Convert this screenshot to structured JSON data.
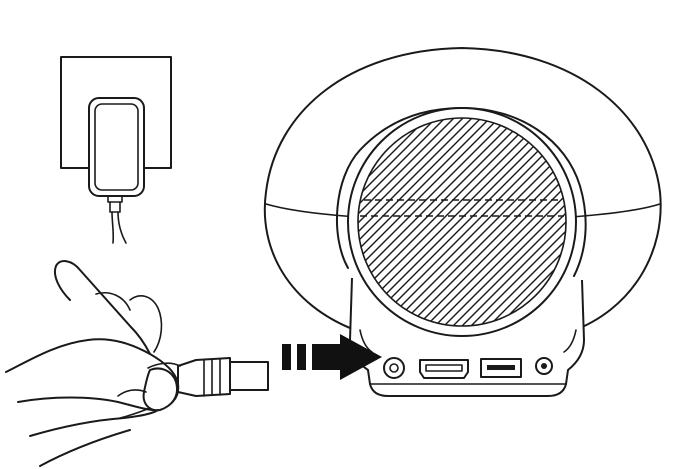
{
  "figure": {
    "description_visible_text": "",
    "colors": {
      "line": "#1a1a1a",
      "background": "#ffffff",
      "arrow": "#111111"
    },
    "parts": {
      "wall_socket": "wall-outlet",
      "adapter": "power-adapter",
      "cable": "power-cable",
      "hand": "hand-holding-plug",
      "plug": "dc-barrel-plug",
      "arrow": "insert-direction-arrow",
      "device": "round-speaker-device",
      "grille": "speaker-grille",
      "ports": [
        "dc-power-port",
        "hdmi-port",
        "usb-port",
        "audio-jack"
      ]
    }
  }
}
